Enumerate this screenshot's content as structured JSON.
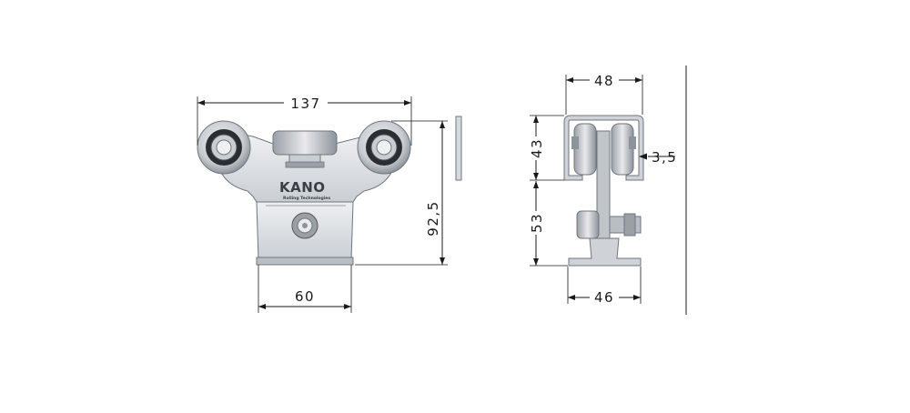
{
  "dimensions": {
    "width_total": "137",
    "height_total": "92,5",
    "base_width": "60",
    "side_width_top": "48",
    "profile_height": "43",
    "lip_thickness": "3,5",
    "lower_height": "53",
    "base_width_side": "46"
  },
  "logo": {
    "brand": "KANO",
    "tagline": "Rolling Technologies"
  },
  "colors": {
    "metal_light": "#e4e7ea",
    "metal_mid": "#b9bec4",
    "metal_dark": "#6f767d",
    "line": "#1a1a1a"
  }
}
